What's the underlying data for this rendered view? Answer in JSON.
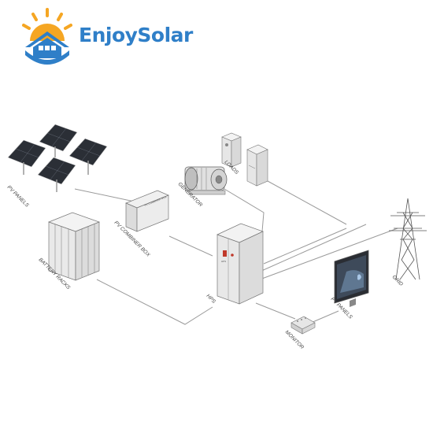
{
  "brand": {
    "name": "EnjoySolar",
    "colors": {
      "sun": "#f5a623",
      "house": "#2f7fc8"
    }
  },
  "components": {
    "pv_panels": "PV PANELS",
    "pv_combiner_box": "PV COMBINER BOX",
    "combiner_box_plate": "PV COMBINER BOX",
    "battery_racks": "BATTERY RACKS",
    "generator": "GENERATOR",
    "loads": "LOADS",
    "hps": "HPS",
    "hps_panel": "HPS",
    "monitor": "MONITOR",
    "pv_panels_screen": "PV PANELS",
    "grid": "GRID"
  }
}
